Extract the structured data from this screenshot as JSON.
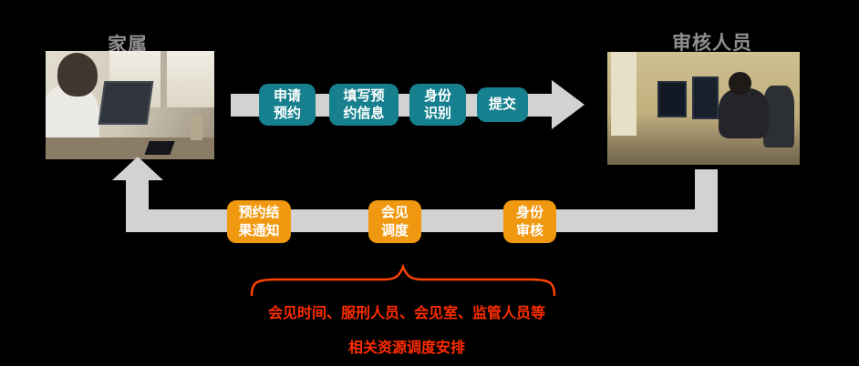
{
  "labels": {
    "left_actor": "家属",
    "right_actor": "审核人员"
  },
  "top_flow": {
    "steps": [
      {
        "label": "申请\n预约"
      },
      {
        "label": "填写预\n约信息"
      },
      {
        "label": "身份\n识别"
      },
      {
        "label": "提交"
      }
    ]
  },
  "bottom_flow": {
    "steps": [
      {
        "label": "预约结\n果通知"
      },
      {
        "label": "会见\n调度"
      },
      {
        "label": "身份\n审核"
      }
    ]
  },
  "annotation": {
    "line1": "会见时间、服刑人员、会见室、监管人员等",
    "line2": "相关资源调度安排"
  },
  "colors": {
    "background": "#000000",
    "step_teal": "#16808e",
    "step_orange": "#f0980f",
    "arrow_gray": "#d2d2d2",
    "actor_label_gray": "#8f8f8f",
    "annotation_red": "#ff2d00",
    "brace_red": "#ff4400"
  }
}
